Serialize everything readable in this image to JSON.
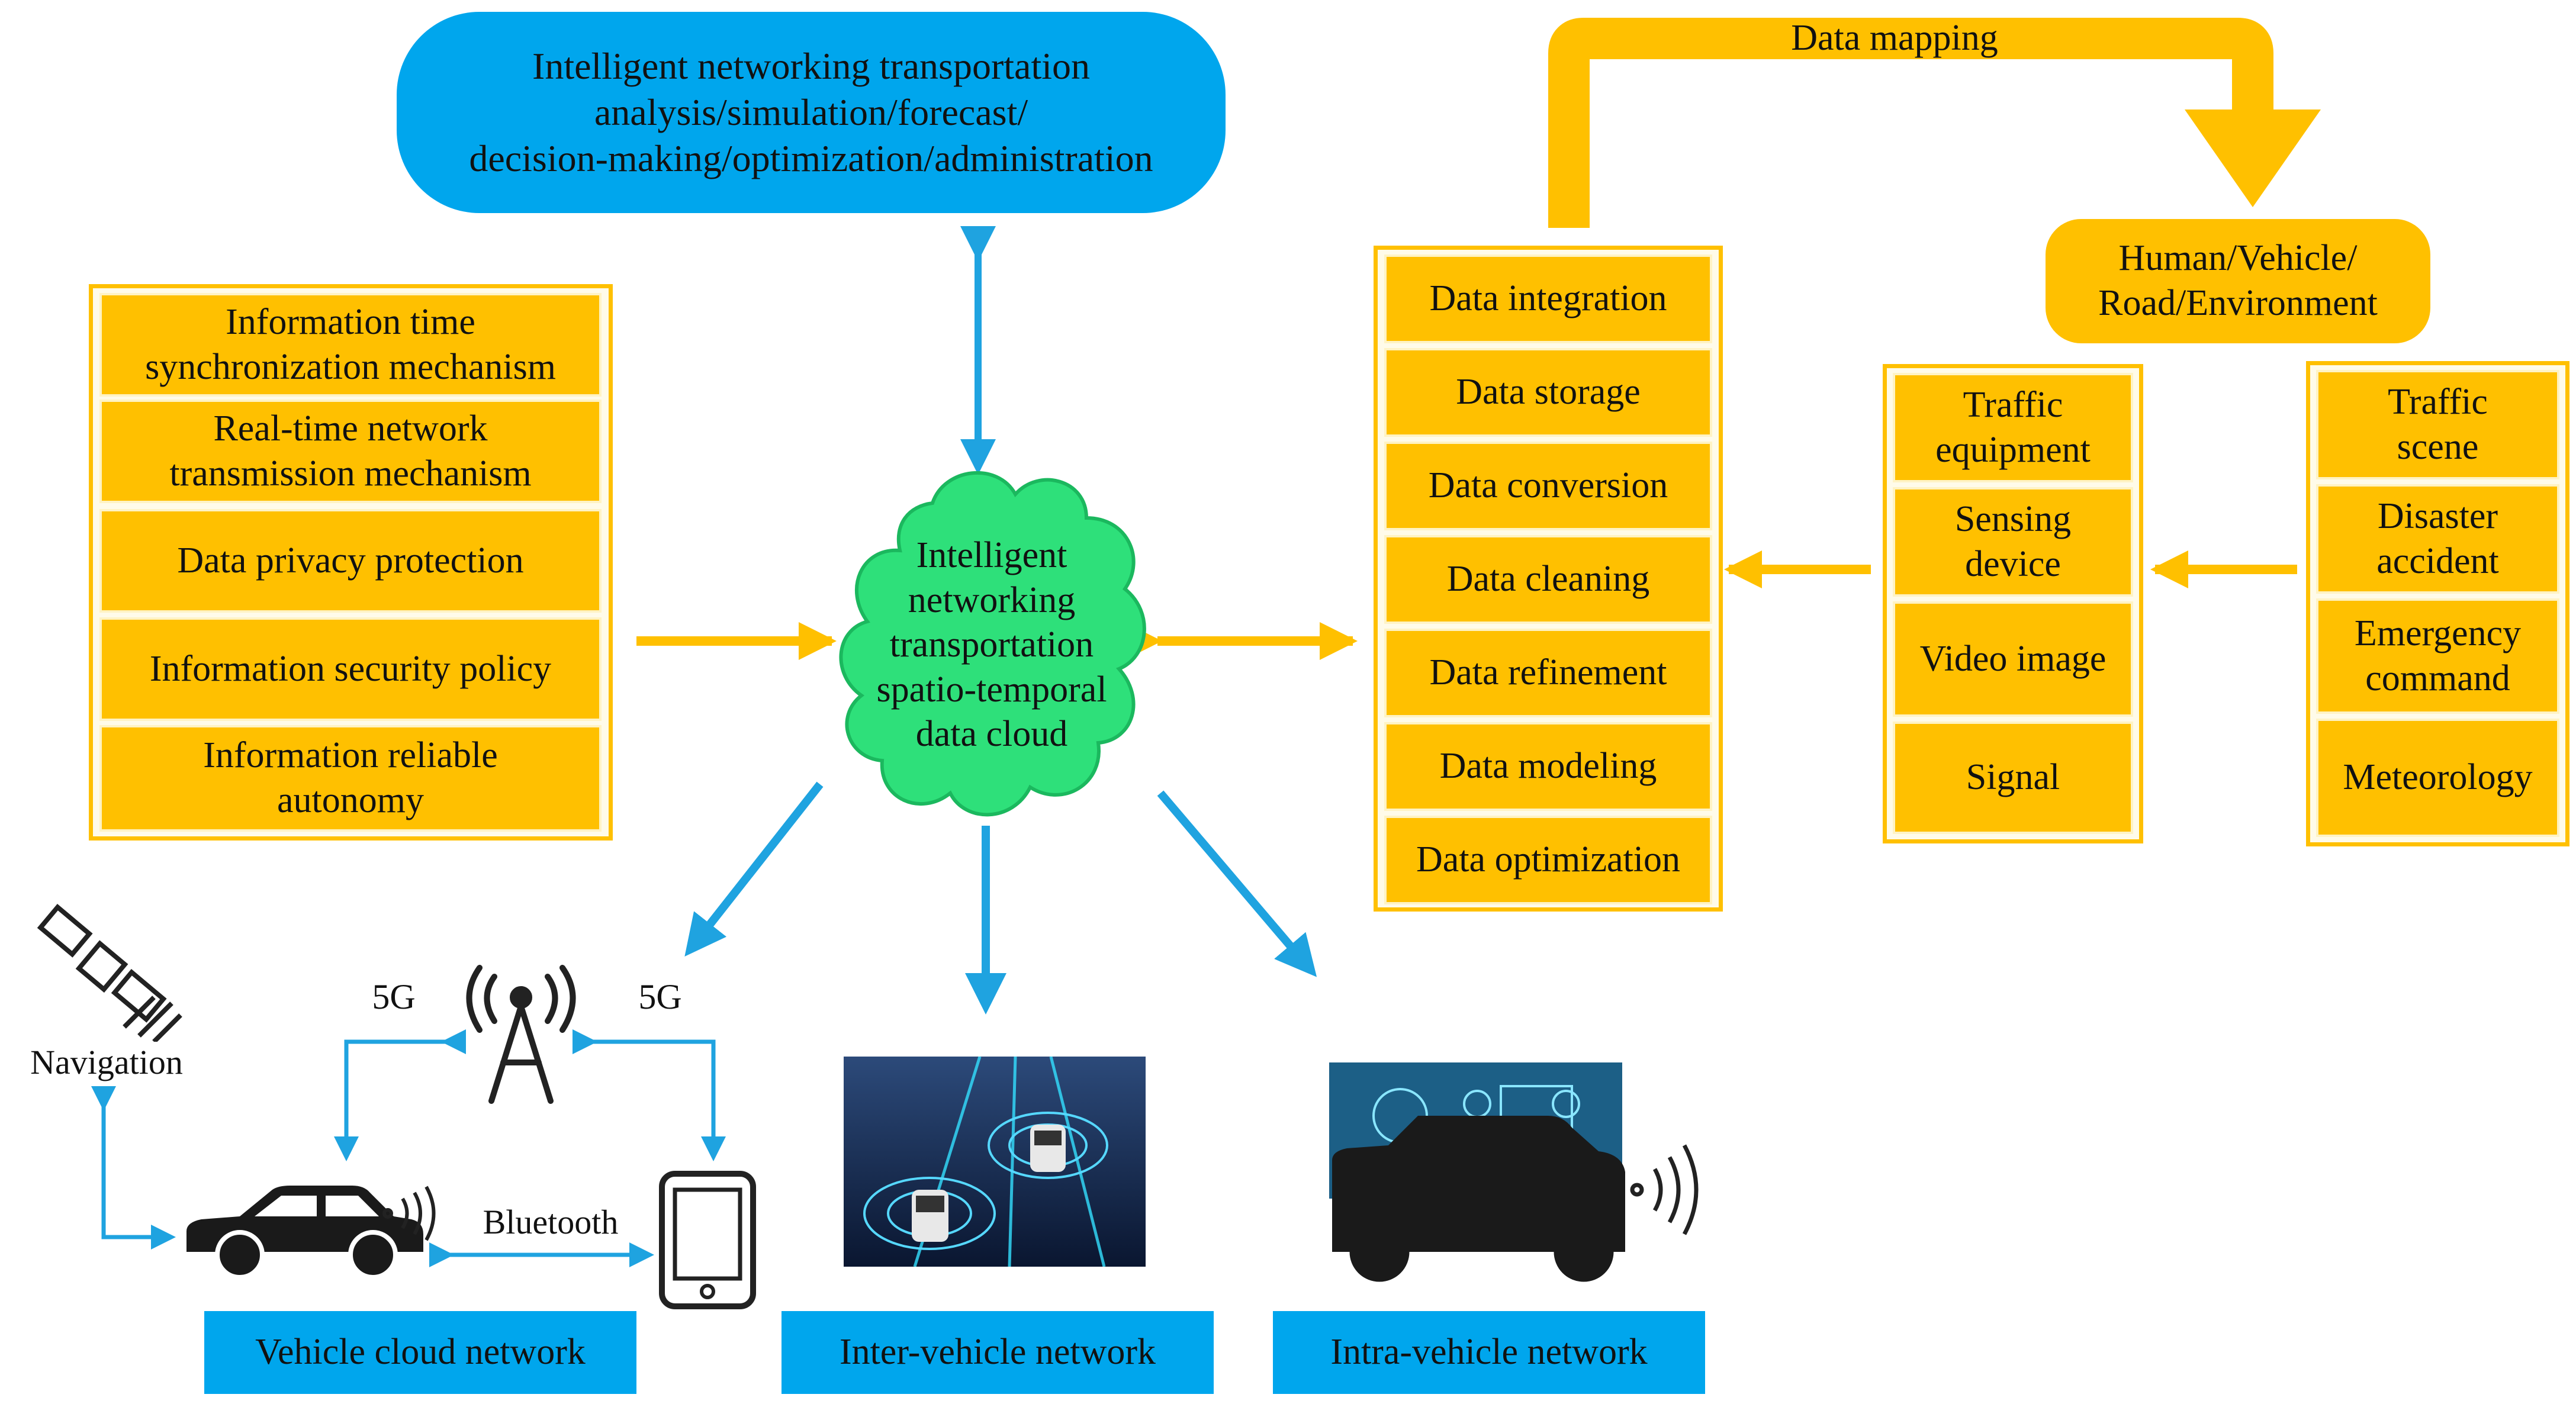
{
  "top_banner": {
    "text": "Intelligent networking transportation\nanalysis/simulation/forecast/\ndecision-making/optimization/administration"
  },
  "data_mapping_label": "Data mapping",
  "cloud_text": "Intelligent\nnetworking\ntransportation\nspatio-temporal\ndata cloud",
  "mechanisms": [
    "Information time\nsynchronization mechanism",
    "Real-time network\ntransmission mechanism",
    "Data privacy protection",
    "Information security policy",
    "Information reliable\nautonomy"
  ],
  "data_process": [
    "Data integration",
    "Data storage",
    "Data conversion",
    "Data cleaning",
    "Data refinement",
    "Data modeling",
    "Data optimization"
  ],
  "hvre_label": "Human/Vehicle/\nRoad/Environment",
  "sources": [
    "Traffic\nequipment",
    "Sensing\ndevice",
    "Video image",
    "Signal"
  ],
  "scenes": [
    "Traffic\nscene",
    "Disaster\naccident",
    "Emergency\ncommand",
    "Meteorology"
  ],
  "left_network": {
    "navigation_label": "Navigation",
    "fiveg_left": "5G",
    "fiveg_right": "5G",
    "bluetooth_label": "Bluetooth"
  },
  "network_labels": {
    "vehicle_cloud": "Vehicle cloud network",
    "inter_vehicle": "Inter-vehicle network",
    "intra_vehicle": "Intra-vehicle network"
  },
  "colors": {
    "yellow": "#ffc000",
    "blue": "#00a6ed",
    "arrow_blue": "#1fa3e0",
    "cloud_green": "#2ee07a"
  }
}
